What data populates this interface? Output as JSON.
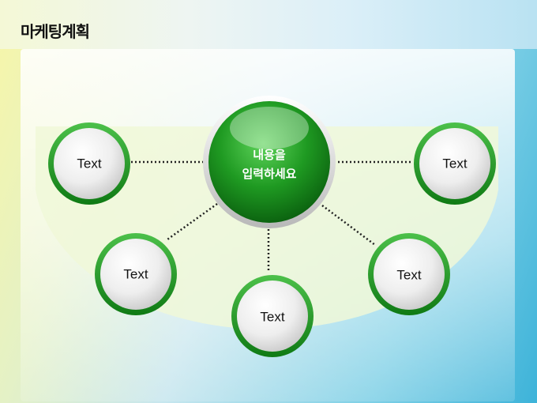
{
  "slide": {
    "title": "마케팅계획"
  },
  "diagram": {
    "center": {
      "line1": "내용을",
      "line2": "입력하세요"
    },
    "nodes": [
      {
        "label": "Text"
      },
      {
        "label": "Text"
      },
      {
        "label": "Text"
      },
      {
        "label": "Text"
      },
      {
        "label": "Text"
      }
    ]
  },
  "colors": {
    "accent_green": "#1f9a22",
    "connector": "#222222"
  }
}
